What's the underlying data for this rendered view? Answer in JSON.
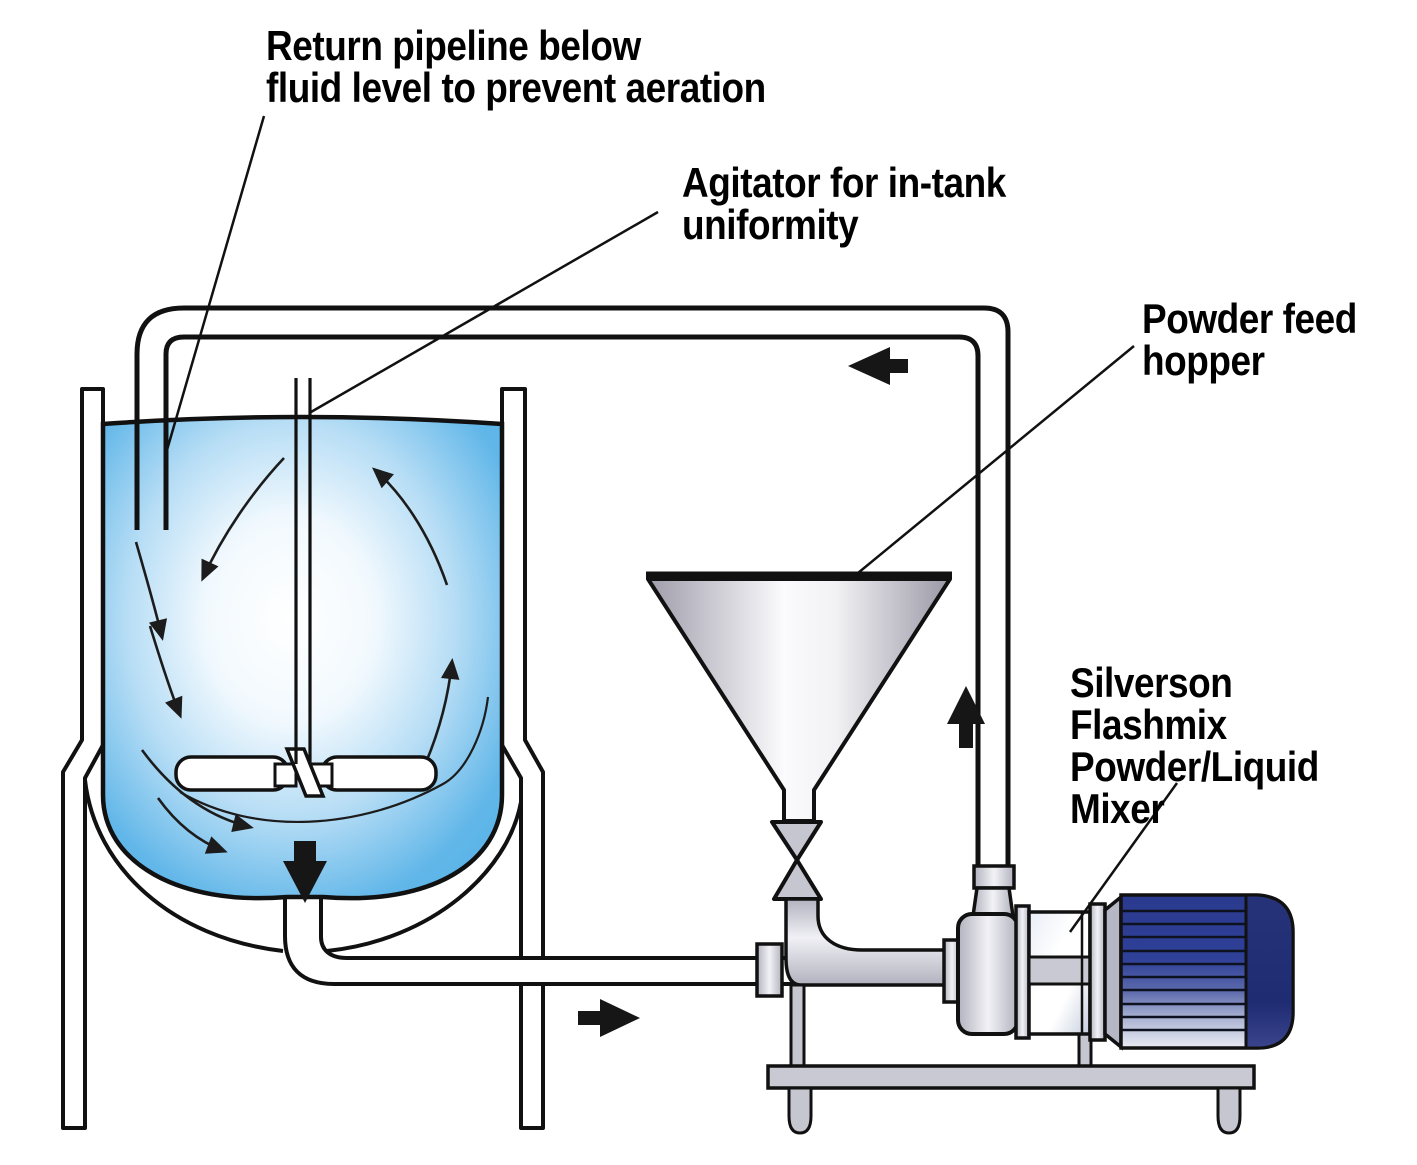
{
  "title": "Powder/Liquid mixing recirculation system diagram",
  "labels": {
    "return_pipeline": {
      "text": "Return pipeline below\nfluid level to prevent aeration"
    },
    "agitator": {
      "text": "Agitator for in-tank\nuniformity"
    },
    "powder_hopper": {
      "text": "Powder feed\nhopper"
    },
    "mixer": {
      "text": "Silverson Flashmix\nPowder/Liquid\nMixer"
    }
  },
  "components": [
    "mixing tank on legs",
    "tank fluid with circulation arrows",
    "agitator shaft and impeller",
    "return pipeline loop",
    "powder feed hopper with pinch valve",
    "inlet tee pipe",
    "Silverson Flashmix powder/liquid mixer pump",
    "electric motor",
    "base plate with feet"
  ],
  "flow_arrows": [
    {
      "name": "flow-left-arrow",
      "direction": "left",
      "location": "top return pipe"
    },
    {
      "name": "flow-up-arrow",
      "direction": "up",
      "location": "riser pipe"
    },
    {
      "name": "flow-right-arrow",
      "direction": "right",
      "location": "tank outlet pipe"
    },
    {
      "name": "flow-down-arrow",
      "direction": "down",
      "location": "tank bottom outlet"
    }
  ],
  "colors": {
    "fluid_blue": "#57b2e6",
    "motor_blue": "#2e3f96",
    "motor_cap_blue": "#222e7c",
    "steel_gray": "#c9c9d3",
    "hopper_gray": "#a39fae",
    "line_black": "#111111"
  }
}
